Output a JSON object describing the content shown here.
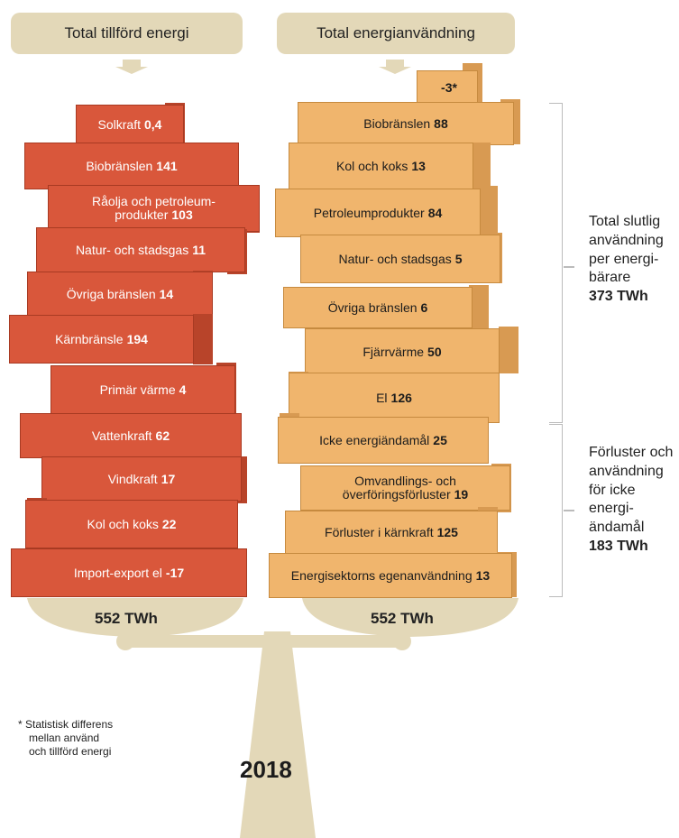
{
  "headers": {
    "left": "Total tillförd energi",
    "right": "Total energianvändning"
  },
  "left_blocks": [
    {
      "label": "Solkraft",
      "value": "0,4"
    },
    {
      "label": "Biobränslen",
      "value": "141"
    },
    {
      "label": "Råolja och petroleum-",
      "label2": "produkter",
      "value": "103"
    },
    {
      "label": "Natur- och stadsgas",
      "value": "11"
    },
    {
      "label": "Övriga bränslen",
      "value": "14"
    },
    {
      "label": "Kärnbränsle",
      "value": "194"
    },
    {
      "label": "Primär värme",
      "value": "4"
    },
    {
      "label": "Vattenkraft",
      "value": "62"
    },
    {
      "label": "Vindkraft",
      "value": "17"
    },
    {
      "label": "Kol och koks",
      "value": "22"
    },
    {
      "label": "Import-export el",
      "value": "-17"
    }
  ],
  "right_blocks": [
    {
      "label": "",
      "value": "-3*"
    },
    {
      "label": "Biobränslen",
      "value": "88"
    },
    {
      "label": "Kol och koks",
      "value": "13"
    },
    {
      "label": "Petroleumprodukter",
      "value": "84"
    },
    {
      "label": "Natur- och stadsgas",
      "value": "5"
    },
    {
      "label": "Övriga bränslen",
      "value": "6"
    },
    {
      "label": "Fjärrvärme",
      "value": "50"
    },
    {
      "label": "El",
      "value": "126"
    },
    {
      "label": "Icke energiändamål",
      "value": "25"
    },
    {
      "label": "Omvandlings- och",
      "label2": "överföringsförluster",
      "value": "19"
    },
    {
      "label": "Förluster i kärnkraft",
      "value": "125"
    },
    {
      "label": "Energisektorns egenanvändning",
      "value": "13"
    }
  ],
  "totals": {
    "left": "552 TWh",
    "right": "552 TWh"
  },
  "side_labels": {
    "top": {
      "lines": [
        "Total slutlig",
        "användning",
        "per energi-",
        "bärare"
      ],
      "value": "373 TWh"
    },
    "bottom": {
      "lines": [
        "Förluster och",
        "användning",
        "för icke",
        "energi-",
        "ändamål"
      ],
      "value": "183 TWh"
    }
  },
  "footnote": [
    "* Statistisk differens",
    "mellan använd",
    "och tillförd energi"
  ],
  "year": "2018",
  "colors": {
    "supply": "#d9573b",
    "use": "#f0b56d",
    "scale": "#e3d8b8"
  }
}
